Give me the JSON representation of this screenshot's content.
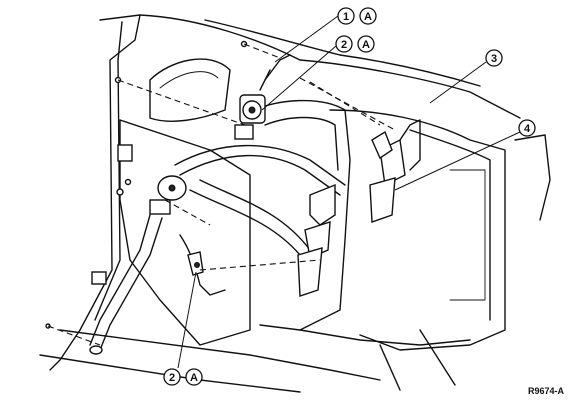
{
  "figure_id": "R9674-A",
  "callouts": [
    {
      "number": "1",
      "letter": "A"
    },
    {
      "number": "2",
      "letter": "A"
    },
    {
      "number": "3",
      "letter": ""
    },
    {
      "number": "4",
      "letter": ""
    },
    {
      "number": "2",
      "letter": "A"
    }
  ]
}
